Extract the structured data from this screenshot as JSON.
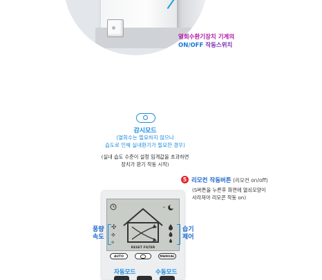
{
  "switch_description": {
    "line1": "열회수환기장치 기계의",
    "line2_a": "ON/OFF",
    "line2_b": " 작동스위치"
  },
  "switch_marks": {
    "on": "|",
    "off": "○"
  },
  "monitor_mode": {
    "icon": "eye-icon",
    "title": "감시모드",
    "subtitle_line1": "(열회수는 필요하지 않으나",
    "subtitle_line2": "습도로 인해 실내환기가 필요한 경우)",
    "note_line1": "(실내 습도 수준이 설정 임계값을 초과하면",
    "note_line2": "장치가 환기 작동 시작)"
  },
  "remote_button": {
    "badge": "5",
    "title": "리모컨 작동버튼",
    "title_small": " (리모컨 on/off)",
    "note_line1": "(S버튼을 누른후 화면에 열쇠모양이",
    "note_line2": "사라져야 리모콘 작동 on)"
  },
  "remote": {
    "filter_text": "RESET FILTER",
    "buttons": {
      "auto": "AUTO",
      "manual": "MANUAL"
    }
  },
  "labels": {
    "fan_speed_line1": "풍량",
    "fan_speed_line2": "속도",
    "humidity_line1": "습기",
    "humidity_line2": "제어",
    "auto_mode": "자동모드",
    "manual_mode": "수동모드"
  },
  "colors": {
    "accent_blue": "#1a8be0",
    "magenta": "#b31aa8",
    "badge_red": "#e3262f"
  }
}
